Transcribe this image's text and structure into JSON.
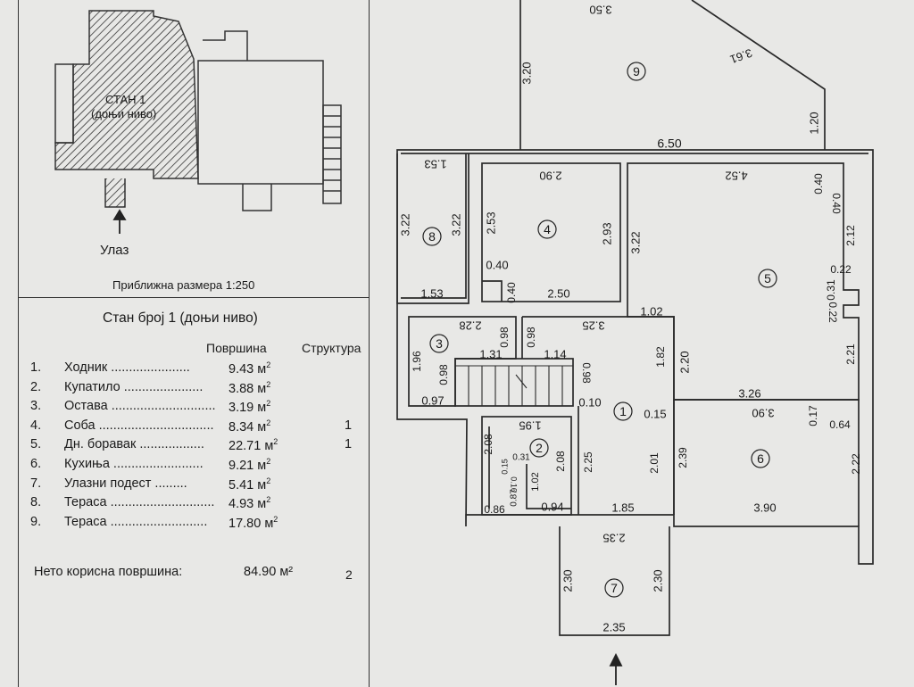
{
  "key_plan": {
    "unit_label": "СТАН 1",
    "unit_sublabel": "(доњи ниво)",
    "entrance_label": "Улаз",
    "scale_label": "Приближна размера 1:250"
  },
  "table": {
    "title": "Стан број 1 (доњи ниво)",
    "col_area": "Површина",
    "col_structure": "Структура",
    "rows": [
      {
        "num": "1.",
        "name": "Ходник",
        "dots": "......................",
        "value": "9.43 м",
        "unit_sup": "2",
        "structure": ""
      },
      {
        "num": "2.",
        "name": "Купатило",
        "dots": "......................",
        "value": "3.88 м",
        "unit_sup": "2",
        "structure": ""
      },
      {
        "num": "3.",
        "name": "Остава",
        "dots": ".............................",
        "value": "3.19 м",
        "unit_sup": "2",
        "structure": ""
      },
      {
        "num": "4.",
        "name": "Соба",
        "dots": "................................",
        "value": "8.34 м",
        "unit_sup": "2",
        "structure": "1"
      },
      {
        "num": "5.",
        "name": "Дн. боравак",
        "dots": "..................",
        "value": "22.71 м",
        "unit_sup": "2",
        "structure": "1"
      },
      {
        "num": "6.",
        "name": "Кухиња",
        "dots": ".........................",
        "value": "9.21 м",
        "unit_sup": "2",
        "structure": ""
      },
      {
        "num": "7.",
        "name": "Улазни подест",
        "dots": ".........",
        "value": "5.41 м",
        "unit_sup": "2",
        "structure": ""
      },
      {
        "num": "8.",
        "name": "Тераса",
        "dots": ".............................",
        "value": "4.93 м",
        "unit_sup": "2",
        "structure": ""
      },
      {
        "num": "9.",
        "name": "Тераса",
        "dots": "...........................",
        "value": "17.80 м",
        "unit_sup": "2",
        "structure": ""
      }
    ],
    "net_label": "Нето корисна површина:",
    "net_value": "84.90 м²",
    "net_structure": "2"
  },
  "plan": {
    "rooms": [
      "1",
      "2",
      "3",
      "4",
      "5",
      "6",
      "7",
      "8",
      "9"
    ],
    "dims": {
      "d_350": "3.50",
      "d_361": "3.61",
      "d_320": "3.20",
      "d_120": "1.20",
      "d_650": "6.50",
      "d_153_top": "1.53",
      "d_322_a": "3.22",
      "d_322_b": "3.22",
      "d_153_bot": "1.53",
      "d_290": "2.90",
      "d_253": "2.53",
      "d_293": "2.93",
      "d_040_a": "0.40",
      "d_040_b": "0.40",
      "d_250": "2.50",
      "d_452": "4.52",
      "d_040_c": "0.40",
      "d_040_d": "0.40",
      "d_322_c": "3.22",
      "d_212": "2.12",
      "d_022_a": "0.22",
      "d_031": "0.31",
      "d_022_b": "0.22",
      "d_221": "2.21",
      "d_102": "1.02",
      "d_326": "3.26",
      "d_228": "2.28",
      "d_098_a": "0.98",
      "d_098_b": "0.98",
      "d_325": "3.25",
      "d_131": "1.31",
      "d_114": "1.14",
      "d_196": "1.96",
      "d_098_c": "0.98",
      "d_098_d": "0.98",
      "d_097": "0.97",
      "d_010": "0.10",
      "d_182": "1.82",
      "d_220": "2.20",
      "d_015": "0.15",
      "d_390_top": "3.90",
      "d_017": "0.17",
      "d_064": "0.64",
      "d_195": "1.95",
      "d_208_a": "2.08",
      "d_031_b": "0.31",
      "d_208_b": "2.08",
      "d_015_b": "0.15",
      "d_016": "0.16",
      "d_102_b": "1.02",
      "d_087": "0.87",
      "d_225": "2.25",
      "d_201": "2.01",
      "d_239": "2.39",
      "d_222": "2.22",
      "d_086": "0.86",
      "d_094": "0.94",
      "d_185": "1.85",
      "d_390_bot": "3.90",
      "d_235_top": "2.35",
      "d_230_a": "2.30",
      "d_230_b": "2.30",
      "d_235_bot": "2.35"
    }
  }
}
